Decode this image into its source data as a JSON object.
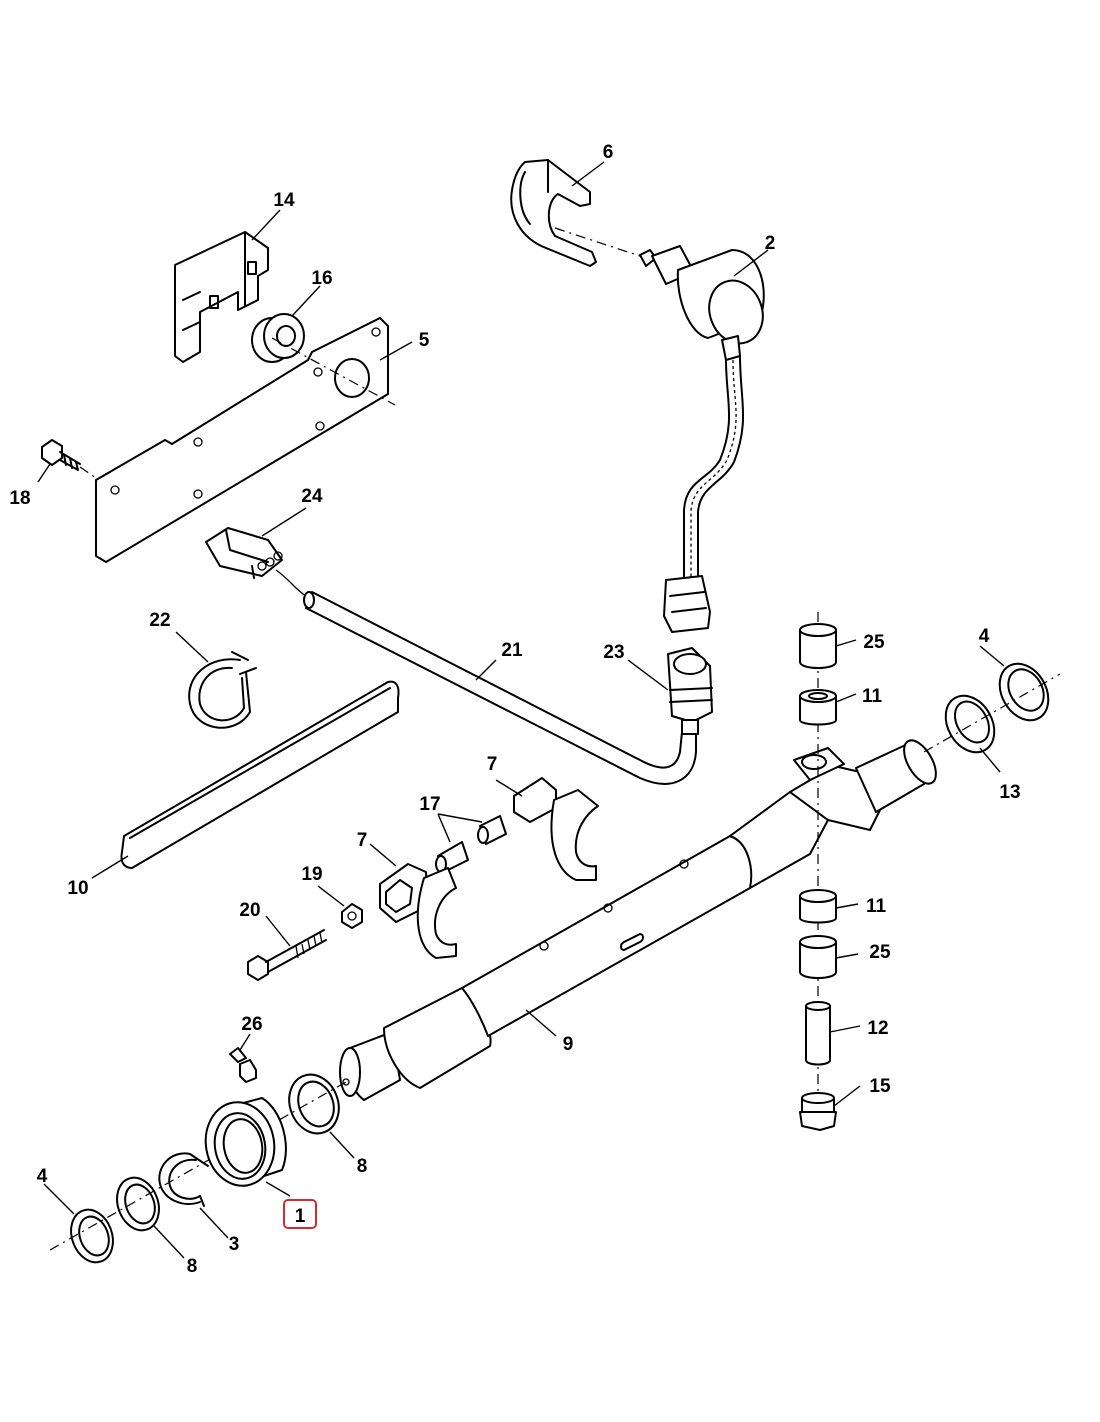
{
  "highlight_color": "#d62b2b",
  "callouts": [
    {
      "label": "1",
      "highlighted": true
    },
    {
      "label": "2"
    },
    {
      "label": "3"
    },
    {
      "label": "4"
    },
    {
      "label": "4"
    },
    {
      "label": "5"
    },
    {
      "label": "6"
    },
    {
      "label": "7"
    },
    {
      "label": "7"
    },
    {
      "label": "8"
    },
    {
      "label": "8"
    },
    {
      "label": "9"
    },
    {
      "label": "10"
    },
    {
      "label": "11"
    },
    {
      "label": "11"
    },
    {
      "label": "12"
    },
    {
      "label": "13"
    },
    {
      "label": "14"
    },
    {
      "label": "15"
    },
    {
      "label": "16"
    },
    {
      "label": "17"
    },
    {
      "label": "18"
    },
    {
      "label": "19"
    },
    {
      "label": "20"
    },
    {
      "label": "21"
    },
    {
      "label": "22"
    },
    {
      "label": "23"
    },
    {
      "label": "24"
    },
    {
      "label": "25"
    },
    {
      "label": "25"
    },
    {
      "label": "26"
    }
  ]
}
